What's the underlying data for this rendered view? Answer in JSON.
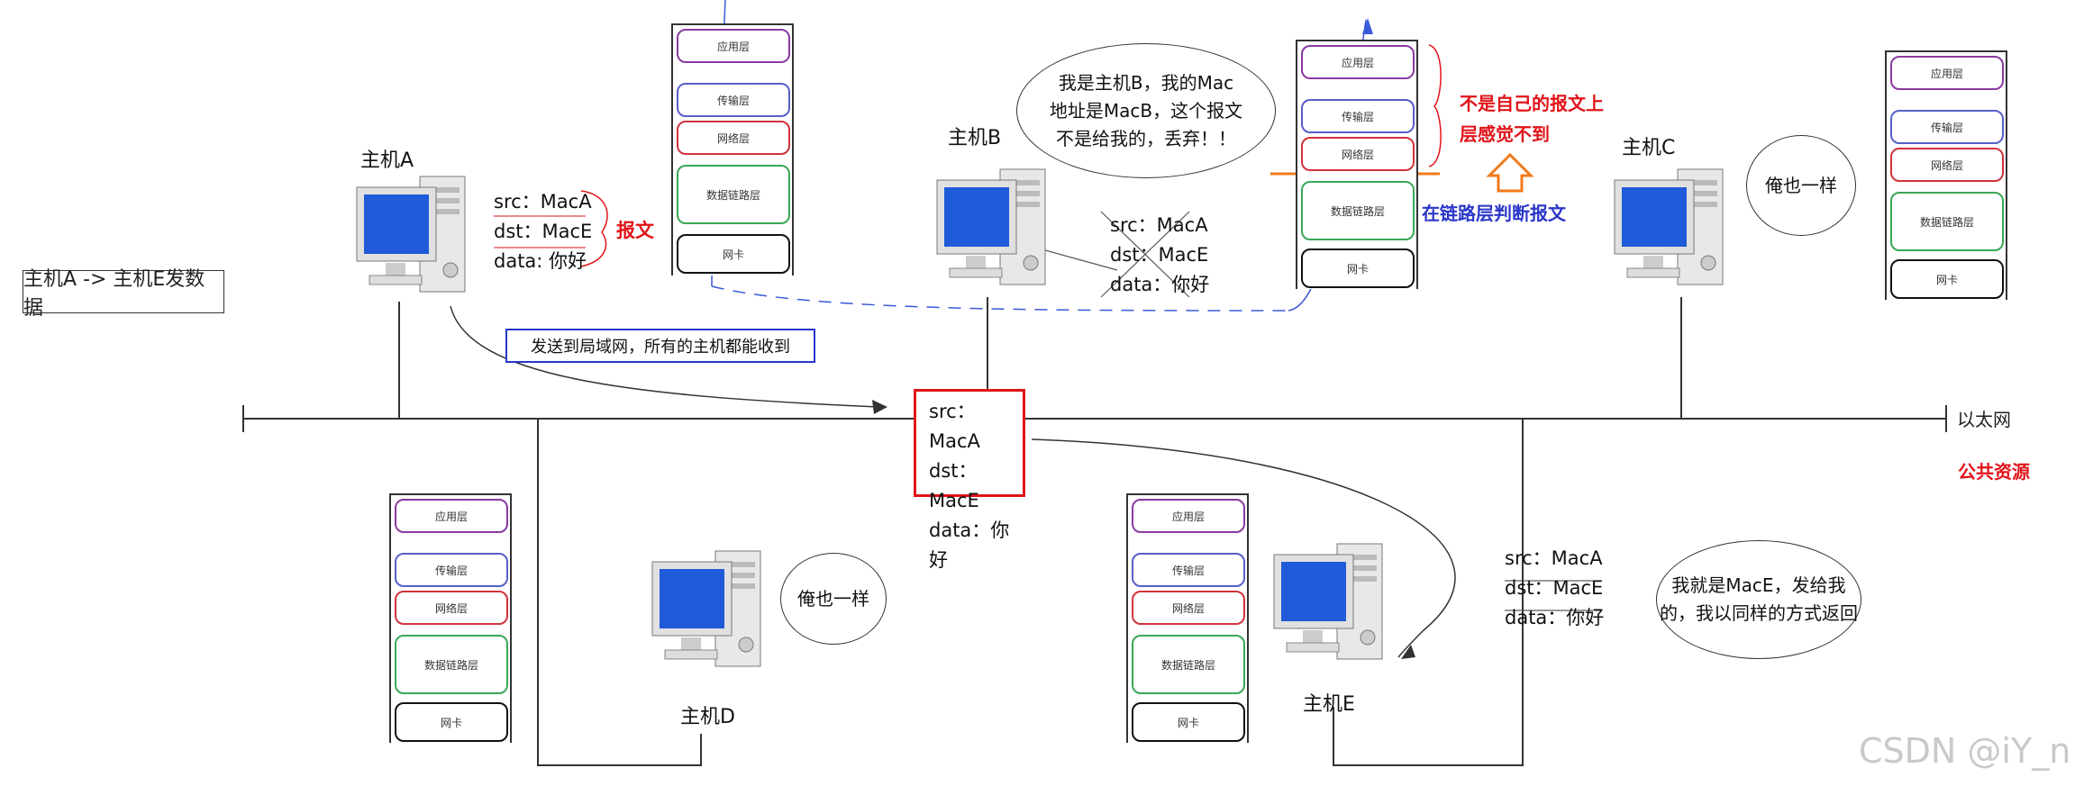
{
  "task_label": "主机A -> 主机E发数据",
  "broadcast_note": "发送到局域网，所有的主机都能收到",
  "ethernet_label": "以太网",
  "public_resource": "公共资源",
  "watermark": "CSDN @iY_n",
  "frame": {
    "src": "src：MacA",
    "dst": "dst：MacE",
    "data": "data：你好"
  },
  "frame_a": {
    "src": "src：MacA",
    "dst": "dst：MacE",
    "data": "data: 你好"
  },
  "frame_b": {
    "src": "src：MacA",
    "dst": "dst：MacE",
    "data": "data：你好"
  },
  "frame_e": {
    "src": "src：MacA",
    "dst": "dst：MacE",
    "data": "data：你好"
  },
  "baowen": "报文",
  "hosts": {
    "a": "主机A",
    "b": "主机B",
    "c": "主机C",
    "d": "主机D",
    "e": "主机E"
  },
  "layers": {
    "app": "应用层",
    "transport": "传输层",
    "network": "网络层",
    "datalink": "数据链路层",
    "nic": "网卡"
  },
  "bubble_b": "我是主机B，我的Mac地址是MacB，这个报文不是给我的，丢弃！！",
  "bubble_b_lines": [
    "我是主机B，我的Mac",
    "地址是MacB，这个报文",
    "不是给我的，丢弃！！"
  ],
  "bubble_c": "俺也一样",
  "bubble_d": "俺也一样",
  "bubble_e_lines": [
    "我就是MacE，发给我",
    "的，我以同样的方式返回"
  ],
  "note_upper_lines": [
    "不是自己的报文上",
    "层感觉不到"
  ],
  "note_datalink": "在链路层判断报文",
  "colors": {
    "red": "#e0141a",
    "blue": "#2a36c8",
    "orange": "#f07a1a",
    "app_border": "#8a3aa0",
    "transport_border": "#5560c8",
    "network_border": "#d0333a",
    "datalink_border": "#3aa855",
    "nic_border": "#111111"
  }
}
